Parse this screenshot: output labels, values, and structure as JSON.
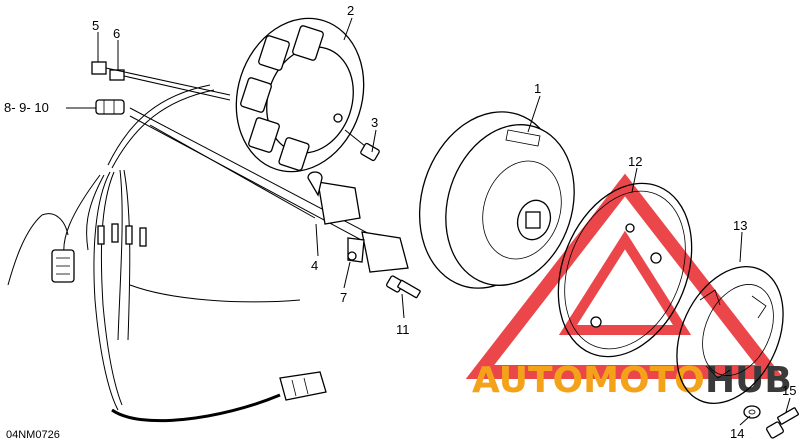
{
  "reference_code": "04NM0726",
  "callouts": {
    "c1": "1",
    "c2": "2",
    "c3": "3",
    "c4": "4",
    "c5": "5",
    "c6": "6",
    "c7": "7",
    "c8_9_10": "8- 9- 10",
    "c11": "11",
    "c12": "12",
    "c13": "13",
    "c14": "14",
    "c15": "15"
  },
  "watermark": {
    "word_orange": "AUTOMOTO",
    "word_dark": "HUB",
    "color_red": "#e8262a",
    "color_orange": "#f5a21b",
    "color_dark": "#3a3a3a"
  }
}
